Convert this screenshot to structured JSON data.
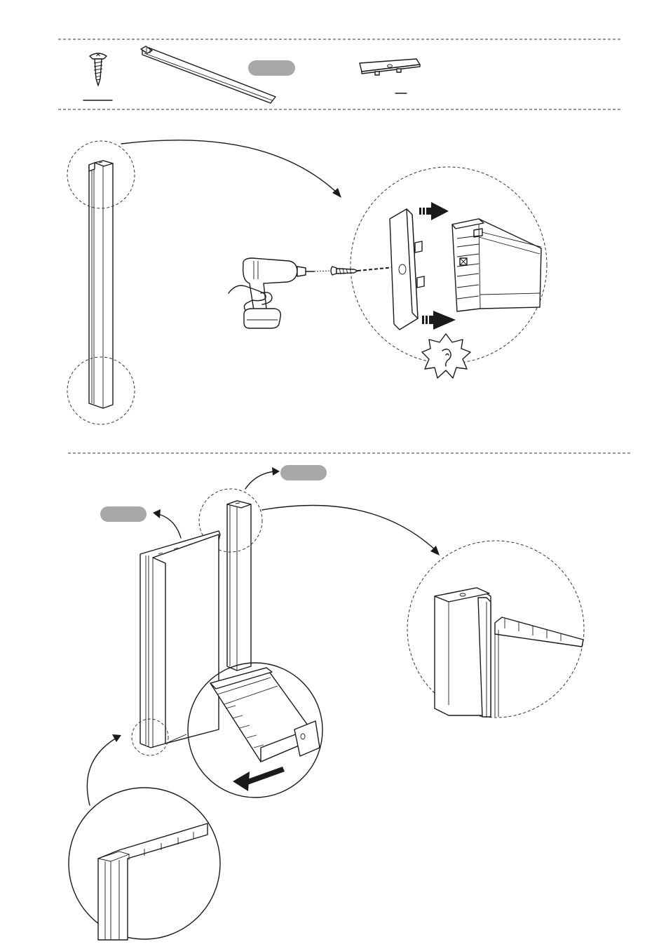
{
  "document": {
    "parts_row": {
      "parts": [
        {
          "name": "screw",
          "quantity_label": ""
        },
        {
          "name": "rail",
          "reference_label": ""
        },
        {
          "name": "end-cap",
          "quantity_label": ""
        }
      ]
    },
    "step_1": {
      "indicators": [
        "push-arrow",
        "click-sound"
      ]
    },
    "step_2": {
      "reference_labels": [
        "",
        ""
      ],
      "indicators": [
        "slide-arrow"
      ]
    },
    "colors": {
      "line": "#1a1a1a",
      "label_pill": "#a8a8a8",
      "background": "#ffffff"
    }
  }
}
